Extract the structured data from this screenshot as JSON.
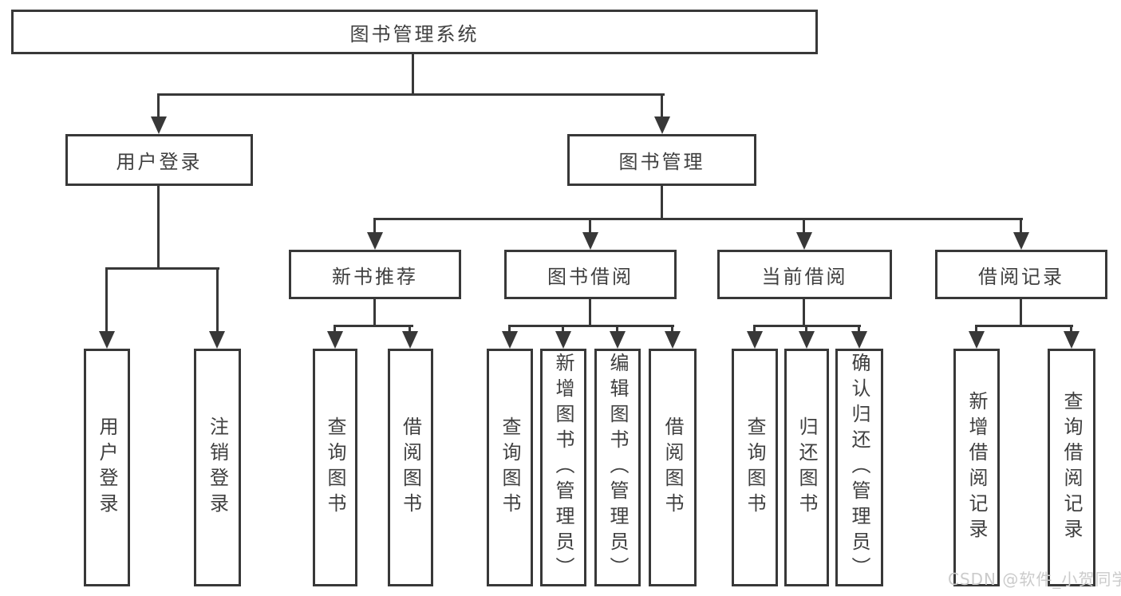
{
  "tree": {
    "root": {
      "label": "图书管理系统"
    },
    "children": [
      {
        "label": "用户登录",
        "children": [
          {
            "label": "用户登录"
          },
          {
            "label": "注销登录"
          }
        ]
      },
      {
        "label": "图书管理",
        "children": [
          {
            "label": "新书推荐",
            "children": [
              {
                "label": "查询图书"
              },
              {
                "label": "借阅图书"
              }
            ]
          },
          {
            "label": "图书借阅",
            "children": [
              {
                "label": "查询图书"
              },
              {
                "label": "新增图书（管理员）"
              },
              {
                "label": "编辑图书（管理员）"
              },
              {
                "label": "借阅图书"
              }
            ]
          },
          {
            "label": "当前借阅",
            "children": [
              {
                "label": "查询图书"
              },
              {
                "label": "归还图书"
              },
              {
                "label": "确认归还（管理员）"
              }
            ]
          },
          {
            "label": "借阅记录",
            "children": [
              {
                "label": "新增借阅记录"
              },
              {
                "label": "查询借阅记录"
              }
            ]
          }
        ]
      }
    ]
  },
  "watermark": {
    "text": "CSDN @软件_小贺同学",
    "color": "#cbcbcb"
  },
  "colors": {
    "line": "#383838",
    "box_border": "#383838",
    "text": "#3f3f3f",
    "background": "#ffffff"
  }
}
